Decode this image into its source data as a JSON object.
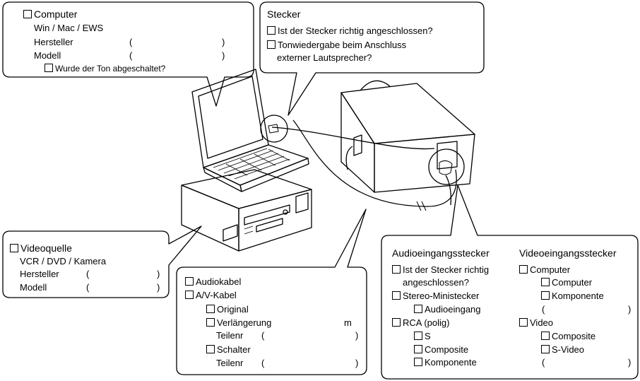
{
  "computer_box": {
    "title": "Computer",
    "os": "Win / Mac / EWS",
    "manufacturer_label": "Hersteller",
    "model_label": "Modell",
    "open_paren": "(",
    "close_paren": ")",
    "sound_off_question": "Wurde der Ton abgeschaltet?"
  },
  "plug_box": {
    "title": "Stecker",
    "check_connected": "Ist der Stecker richtig angeschlossen?",
    "check_audio_line1": "Tonwiedergabe beim Anschluss",
    "check_audio_line2": "externer Lautsprecher?"
  },
  "video_source_box": {
    "title": "Videoquelle",
    "types": "VCR / DVD / Kamera",
    "manufacturer_label": "Hersteller",
    "model_label": "Modell",
    "open_paren": "(",
    "close_paren": ")"
  },
  "cable_box": {
    "audio_cable": "Audiokabel",
    "av_cable": "A/V-Kabel",
    "original": "Original",
    "extension": "Verlängerung",
    "unit_m": "m",
    "part_no_label": "Teilenr",
    "switch": "Schalter",
    "open_paren": "(",
    "close_paren": ")"
  },
  "input_box": {
    "audio_heading": "Audioeingangsstecker",
    "video_heading": "Videoeingangsstecker",
    "audio": {
      "check_line1": "Ist der Stecker richtig",
      "check_line2": "angeschlossen?",
      "stereo_mini": "Stereo-Ministecker",
      "audio_input": "Audioeingang",
      "rca": "RCA (polig)",
      "s": "S",
      "composite": "Composite",
      "component": "Komponente"
    },
    "video": {
      "computer": "Computer",
      "computer_sub": "Computer",
      "component": "Komponente",
      "video": "Video",
      "composite": "Composite",
      "s_video": "S-Video",
      "open_paren": "(",
      "close_paren": ")"
    }
  }
}
